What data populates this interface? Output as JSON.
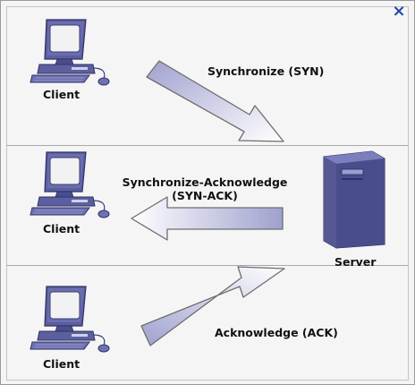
{
  "dialog": {
    "close_glyph": "×"
  },
  "diagram": {
    "steps": [
      {
        "label": "Synchronize (SYN)",
        "client_label": "Client"
      },
      {
        "label_line1": "Synchronize-Acknowledge",
        "label_line2": "(SYN-ACK)",
        "client_label": "Client"
      },
      {
        "label": "Acknowledge (ACK)",
        "client_label": "Client"
      }
    ],
    "server_label": "Server"
  },
  "colors": {
    "computer_body": "#5c5f9f",
    "computer_dark": "#3a3d78",
    "screen": "#f2f2f2",
    "arrow_fill_start": "#9fa1cf",
    "arrow_fill_end": "#ffffff",
    "arrow_stroke": "#6e6e6e",
    "close_blue": "#1f49a6"
  },
  "icons": [
    "client-computer-icon",
    "server-tower-icon",
    "arrow-icon",
    "close-icon"
  ]
}
